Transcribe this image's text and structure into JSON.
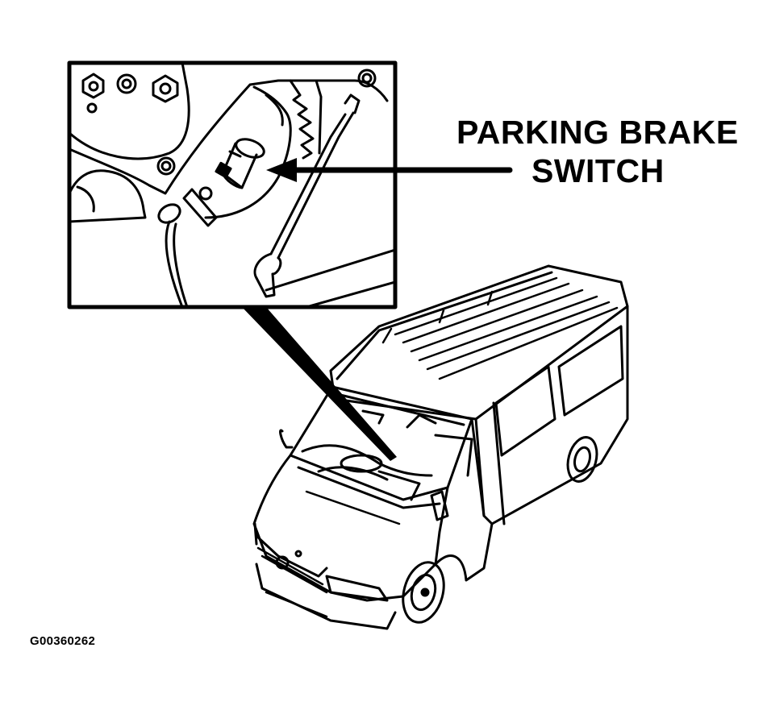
{
  "callout": {
    "line1": "PARKING BRAKE",
    "line2": "SWITCH"
  },
  "figure_code": "G00360262",
  "colors": {
    "ink": "#000000",
    "paper": "#ffffff"
  }
}
